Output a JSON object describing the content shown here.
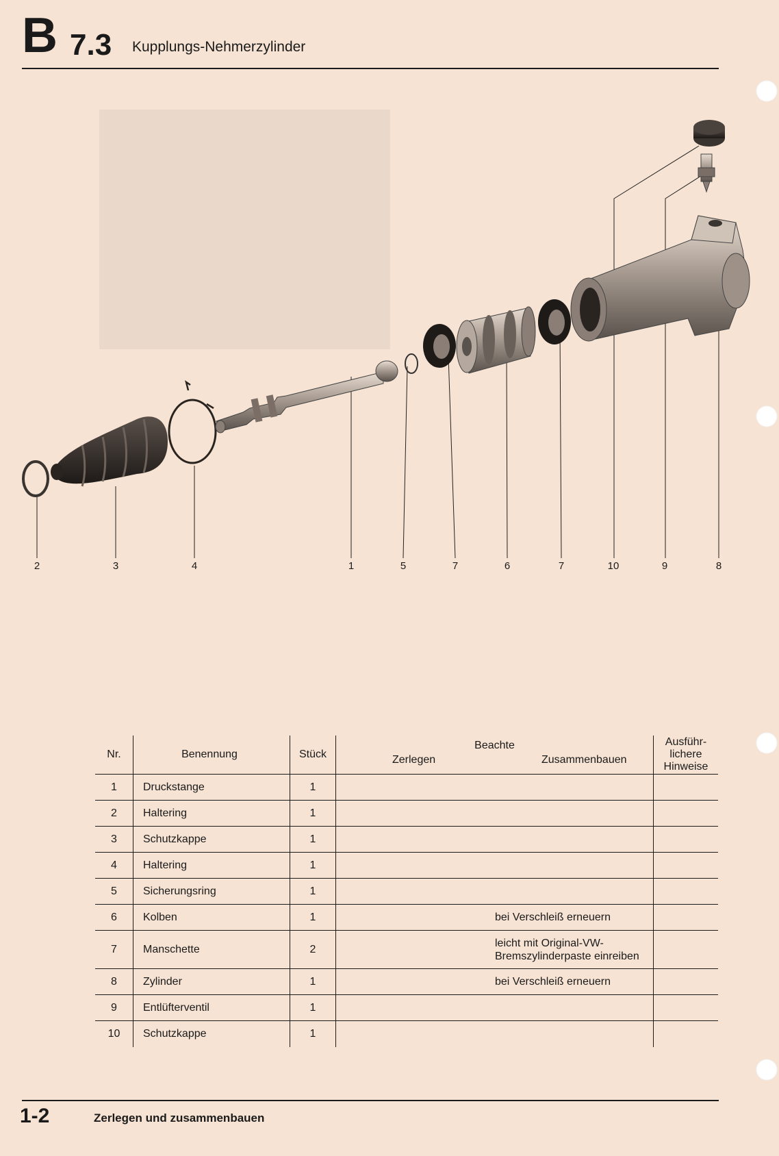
{
  "header": {
    "section_letter": "B",
    "section_number": "7.3",
    "title": "Kupplungs-Nehmerzylinder"
  },
  "diagram": {
    "callouts": [
      "2",
      "3",
      "4",
      "1",
      "5",
      "7",
      "6",
      "7",
      "10",
      "9",
      "8"
    ]
  },
  "table": {
    "headers": {
      "nr": "Nr.",
      "name": "Benennung",
      "qty": "Stück",
      "note_group": "Beachte",
      "disassemble": "Zerlegen",
      "assemble": "Zusammenbauen",
      "hints": [
        "Ausführ-",
        "lichere",
        "Hinweise"
      ]
    },
    "rows": [
      {
        "nr": "1",
        "name": "Druckstange",
        "qty": "1",
        "assemble": ""
      },
      {
        "nr": "2",
        "name": "Haltering",
        "qty": "1",
        "assemble": ""
      },
      {
        "nr": "3",
        "name": "Schutzkappe",
        "qty": "1",
        "assemble": ""
      },
      {
        "nr": "4",
        "name": "Haltering",
        "qty": "1",
        "assemble": ""
      },
      {
        "nr": "5",
        "name": "Sicherungsring",
        "qty": "1",
        "assemble": ""
      },
      {
        "nr": "6",
        "name": "Kolben",
        "qty": "1",
        "assemble": "bei Verschleiß erneuern"
      },
      {
        "nr": "7",
        "name": "Manschette",
        "qty": "2",
        "assemble": [
          "leicht mit Original-VW-",
          "Bremszylinderpaste einreiben"
        ]
      },
      {
        "nr": "8",
        "name": "Zylinder",
        "qty": "1",
        "assemble": "bei Verschleiß erneuern"
      },
      {
        "nr": "9",
        "name": "Entlüfterventil",
        "qty": "1",
        "assemble": ""
      },
      {
        "nr": "10",
        "name": "Schutzkappe",
        "qty": "1",
        "assemble": ""
      }
    ]
  },
  "footer": {
    "page": "1-2",
    "title": "Zerlegen und zusammenbauen"
  }
}
